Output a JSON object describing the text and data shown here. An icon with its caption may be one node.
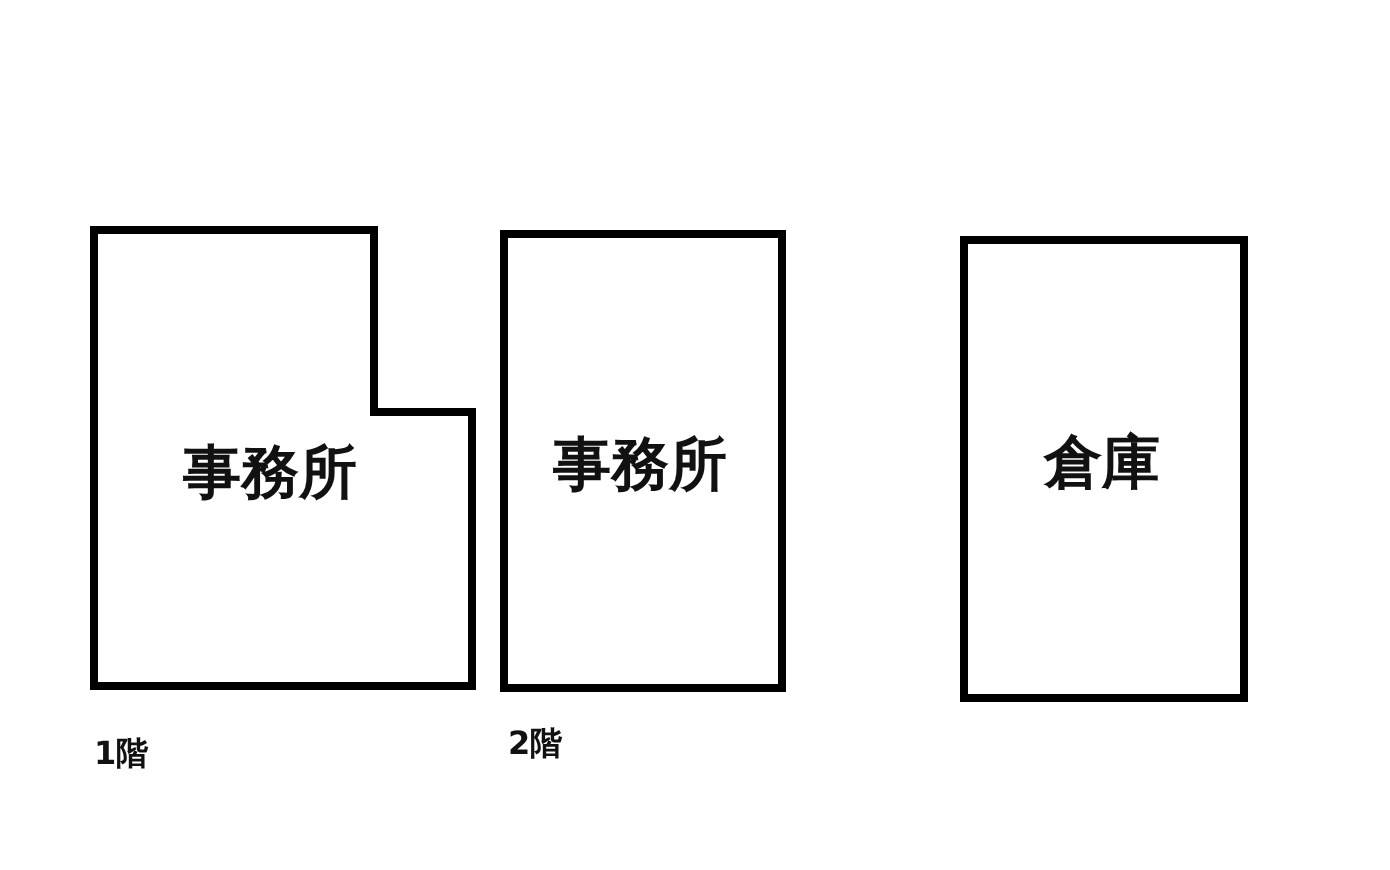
{
  "diagram": {
    "nodes": [
      {
        "text": [
          "事務所"
        ],
        "beside": [
          "1階"
        ]
      },
      {
        "text": [
          "事務所"
        ],
        "beside": [
          "2階"
        ]
      },
      {
        "text": [
          "倉庫"
        ]
      }
    ]
  }
}
